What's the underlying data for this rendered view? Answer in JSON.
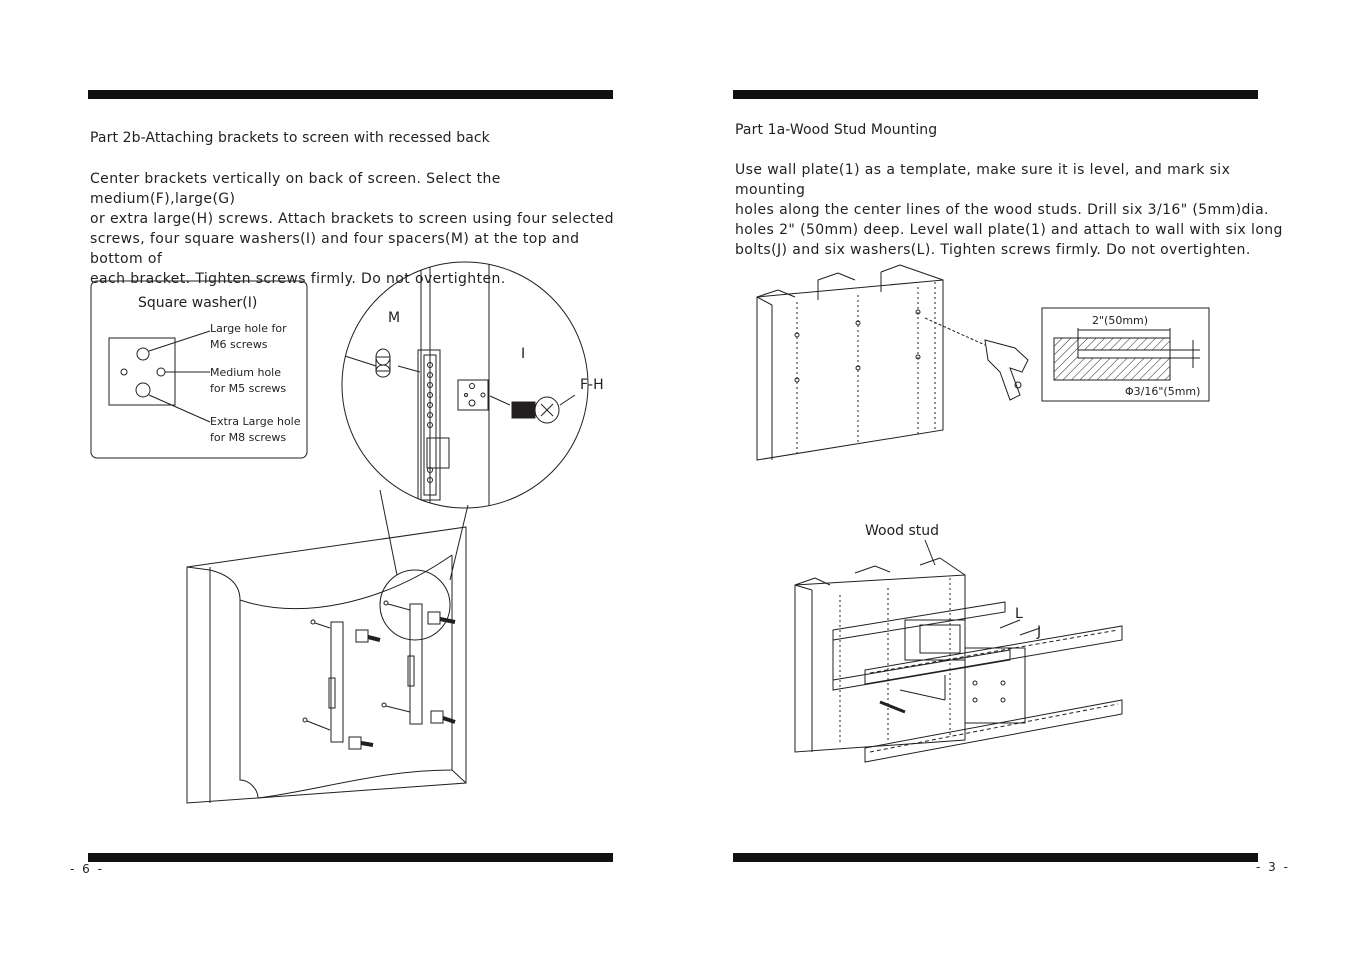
{
  "left_page": {
    "heading": "Part 2b-Attaching brackets to screen with recessed back",
    "body_lines": [
      "Center brackets vertically on back of screen. Select the medium(F),large(G)",
      "or extra large(H) screws. Attach brackets to screen using four selected",
      "screws, four square washers(I) and four spacers(M) at the top and bottom of",
      "each bracket. Tighten screws firmly. Do not overtighten."
    ],
    "washer_box": {
      "title": "Square washer(I)",
      "large_hole": [
        "Large hole for",
        "M6 screws"
      ],
      "medium_hole": [
        "Medium hole",
        "for M5 screws"
      ],
      "xl_hole": [
        "Extra Large hole",
        "for M8 screws"
      ]
    },
    "callouts": {
      "spacer": "M",
      "washer": "I",
      "screw": "F-H"
    },
    "page_number": "- 6 -"
  },
  "right_page": {
    "heading": "Part 1a-Wood Stud Mounting",
    "body_lines": [
      "Use wall plate(1) as a template, make sure it is level, and mark six mounting",
      "holes along the center lines of the wood studs. Drill six 3/16\" (5mm)dia.",
      "holes 2\" (50mm) deep. Level wall plate(1) and attach to wall with six long",
      "bolts(J) and six washers(L). Tighten screws firmly. Do not overtighten."
    ],
    "depth_label": "2\"(50mm)",
    "diameter_label": "Φ3/16\"(5mm)",
    "wood_stud_label": "Wood stud",
    "callouts": {
      "washer": "L",
      "bolt": "J"
    },
    "page_number": "- 3 -"
  }
}
